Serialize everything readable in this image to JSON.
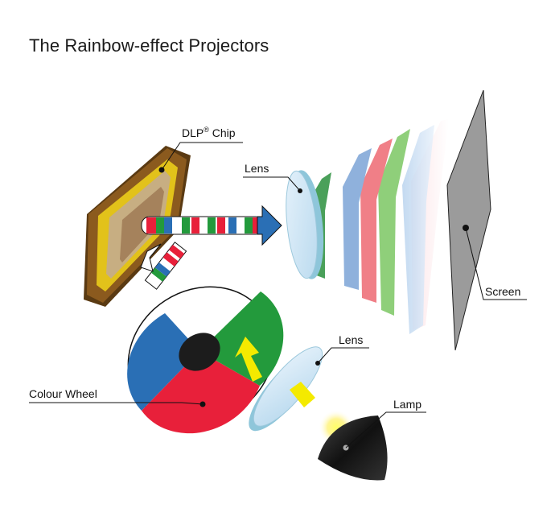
{
  "title": "The Rainbow-effect Projectors",
  "labels": {
    "dlp_chip": "DLP",
    "dlp_reg": "®",
    "dlp_chip_suffix": " Chip",
    "lens_top": "Lens",
    "screen": "Screen",
    "lens_bottom": "Lens",
    "colour_wheel": "Colour Wheel",
    "lamp": "Lamp"
  },
  "colors": {
    "red": "#e8203a",
    "green": "#239a3c",
    "blue": "#2a6fb5",
    "yellow": "#f4ea00",
    "chip_frame": "#8b5a1e",
    "chip_gold": "#e0c31a",
    "screen": "#9a9a9a"
  }
}
